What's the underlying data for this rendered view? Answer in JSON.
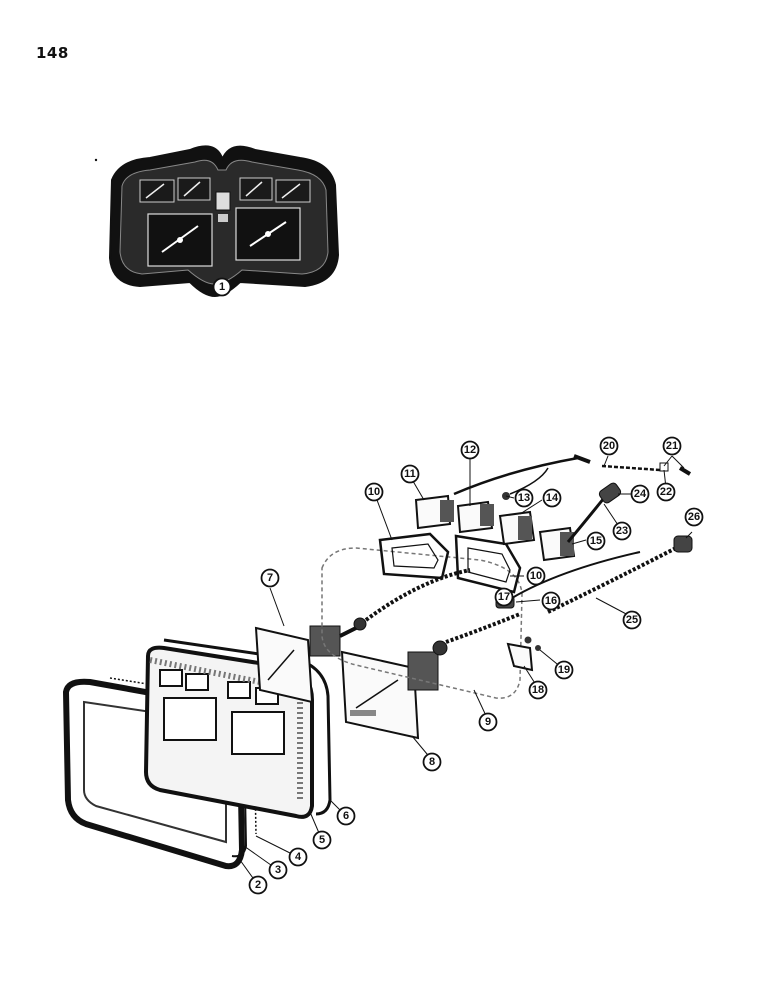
{
  "page_number": "148",
  "callouts": [
    "1",
    "2",
    "3",
    "4",
    "5",
    "6",
    "7",
    "8",
    "9",
    "10",
    "10",
    "11",
    "12",
    "13",
    "14",
    "15",
    "16",
    "17",
    "18",
    "19",
    "20",
    "21",
    "22",
    "23",
    "24",
    "25",
    "26"
  ]
}
